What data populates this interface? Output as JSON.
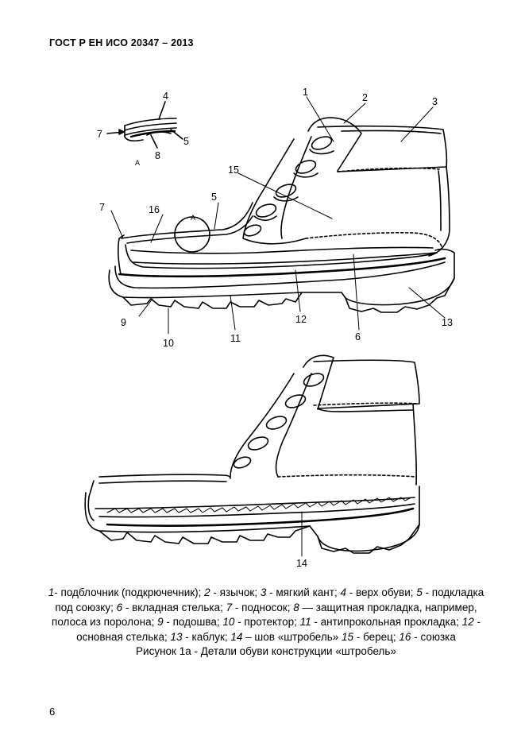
{
  "header": {
    "standard": "ГОСТ Р ЕН ИСО 20347 – 2013"
  },
  "figure": {
    "labels": {
      "l1": "1",
      "l2": "2",
      "l3": "3",
      "l4": "4",
      "l5": "5",
      "l6": "6",
      "l7": "7",
      "l8": "8",
      "l9": "9",
      "l10": "10",
      "l11": "11",
      "l12": "12",
      "l13": "13",
      "l14": "14",
      "l15": "15",
      "l16": "16",
      "detail_a": "А"
    }
  },
  "caption": {
    "items": [
      {
        "n": "1",
        "t": "- подблочник (подкрючечник); "
      },
      {
        "n": "2",
        "t": " - язычок; "
      },
      {
        "n": "3",
        "t": " - мягкий кант; "
      },
      {
        "n": "4",
        "t": " - верх обуви; "
      },
      {
        "n": "5",
        "t": " - подкладка под союзку; "
      },
      {
        "n": "6",
        "t": " - вкладная стелька; "
      },
      {
        "n": "7",
        "t": " - подносок; "
      },
      {
        "n": "8",
        "t": " — защитная прокладка, например, полоса из поролона; "
      },
      {
        "n": "9",
        "t": " - подошва; "
      },
      {
        "n": "10",
        "t": " - протектор; "
      },
      {
        "n": "11",
        "t": " - антипрокольная прокладка; "
      },
      {
        "n": "12",
        "t": " - основная стелька; "
      },
      {
        "n": "13",
        "t": " - каблук; "
      },
      {
        "n": "14",
        "t": " – шов «штробель» "
      },
      {
        "n": "15",
        "t": " - берец; "
      },
      {
        "n": "16",
        "t": " - союзка"
      }
    ],
    "title": "Рисунок 1а -   Детали обуви конструкции «штробель»"
  },
  "page_number": "6"
}
